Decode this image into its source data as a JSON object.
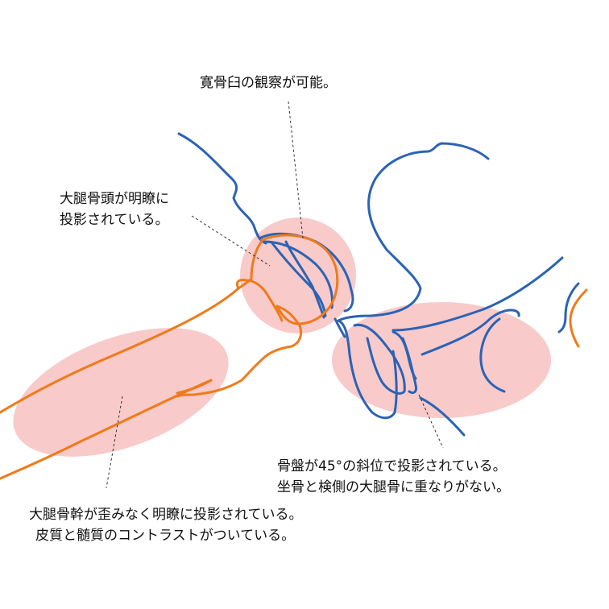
{
  "colors": {
    "background": "#ffffff",
    "highlight": "#f6b9b9",
    "pelvis_outline": "#2b63b5",
    "femur_outline": "#f07a1a",
    "leader_line": "#333333",
    "text": "#111111"
  },
  "annotations": {
    "acetabulum": "寛骨臼の観察が可能。",
    "femoral_head": [
      "大腿骨頭が明瞭に",
      "投影されている。"
    ],
    "pelvis": [
      "骨盤が45°の斜位で投影されている。",
      "坐骨と検側の大腿骨に重なりがない。"
    ],
    "femoral_shaft": [
      "大腿骨幹が歪みなく明瞭に投影されている。",
      "皮質と髄質のコントラストがついている。"
    ]
  }
}
